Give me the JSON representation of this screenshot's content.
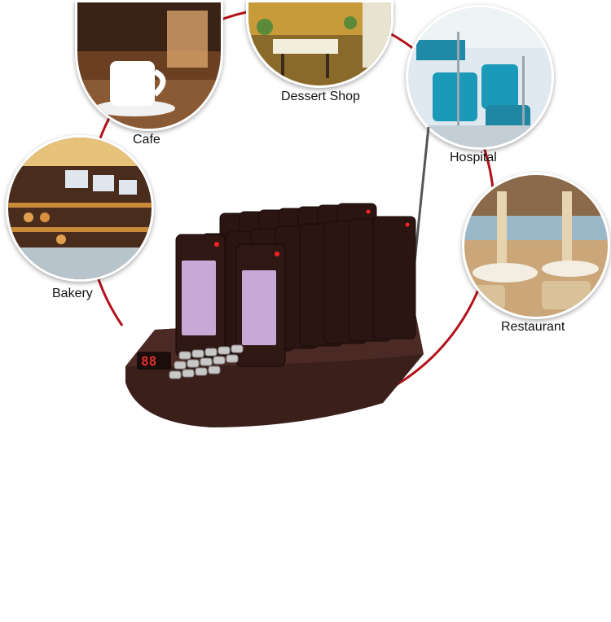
{
  "colors": {
    "ring": "#b3111b",
    "base": "#3a1f1b",
    "pager": "#2b1512",
    "screen": "#c9a7d6",
    "led": "#ff2222",
    "display": "#e0302a",
    "key": "#c8c8c8"
  },
  "venues": [
    {
      "id": "cafe",
      "label": "Cafe",
      "icon": "coffee-cup-photo"
    },
    {
      "id": "dessert",
      "label": "Dessert Shop",
      "icon": "dessert-shop-photo"
    },
    {
      "id": "hospital",
      "label": "Hospital",
      "icon": "hospital-ward-photo"
    },
    {
      "id": "bakery",
      "label": "Bakery",
      "icon": "bakery-counter-photo"
    },
    {
      "id": "restaurant",
      "label": "Restaurant",
      "icon": "restaurant-hall-photo"
    }
  ],
  "device": {
    "display_readout": "88"
  }
}
